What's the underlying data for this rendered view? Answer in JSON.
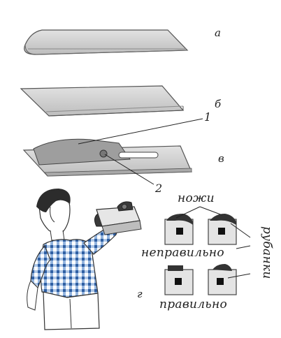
{
  "figure": {
    "labels": {
      "a": "а",
      "b": "б",
      "v": "в",
      "g": "г",
      "n1": "1",
      "n2": "2"
    },
    "words": {
      "knives": "ножи",
      "incorrect": "неправильно",
      "correct": "правильно",
      "planes": "рубанки"
    },
    "colors": {
      "ink": "#222222",
      "blade_fill": "#cfcfcf",
      "blade_edge": "#a8a8a8",
      "shirt_check": "#4a78b8"
    },
    "icons": [
      "blade-a-icon",
      "blade-b-icon",
      "blade-v-icon",
      "worker-icon",
      "plane-icon"
    ]
  }
}
